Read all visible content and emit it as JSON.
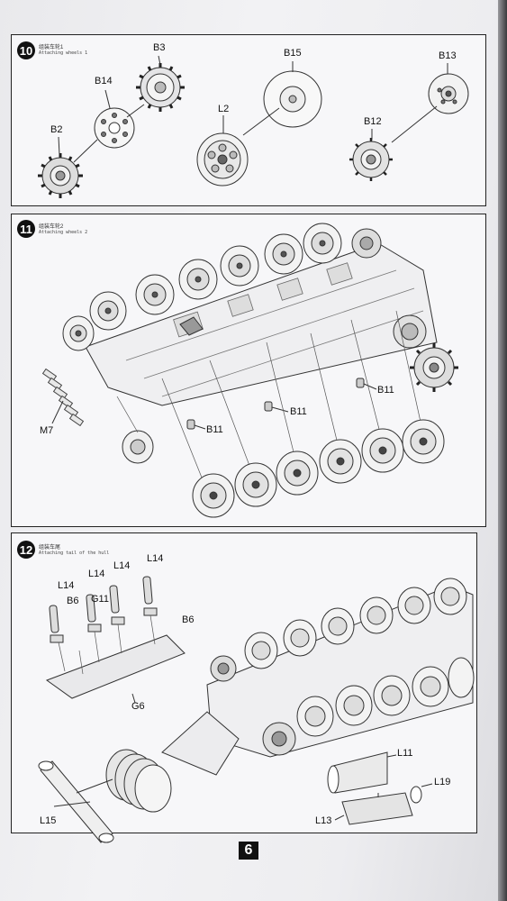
{
  "steps": [
    {
      "number": "10",
      "title_cn": "组装车轮1",
      "title_en": "Attaching wheels 1",
      "labels": {
        "B3": "B3",
        "B14": "B14",
        "B2": "B2",
        "B15": "B15",
        "L2": "L2",
        "B13": "B13",
        "B12": "B12"
      }
    },
    {
      "number": "11",
      "title_cn": "组装车轮2",
      "title_en": "Attaching wheels 2",
      "labels": {
        "M7": "M7",
        "B11a": "B11",
        "B11b": "B11",
        "B11c": "B11"
      }
    },
    {
      "number": "12",
      "title_cn": "组装车尾",
      "title_en": "Attaching tail of the hull",
      "labels": {
        "L14a": "L14",
        "L14b": "L14",
        "L14c": "L14",
        "L14d": "L14",
        "B6a": "B6",
        "G11": "G11",
        "B6b": "B6",
        "G6": "G6",
        "L15": "L15",
        "L11": "L11",
        "L19": "L19",
        "L13": "L13"
      }
    }
  ],
  "page_number": "6"
}
